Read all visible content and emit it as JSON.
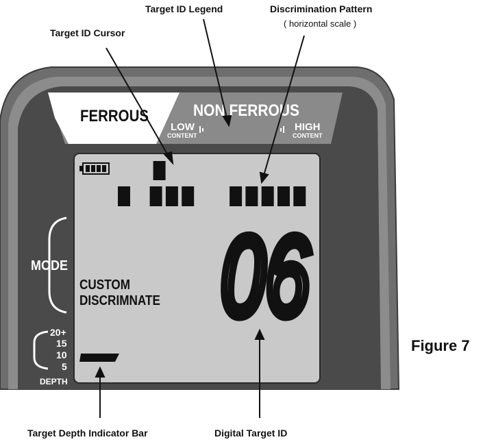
{
  "callouts": {
    "target_id_legend": "Target ID Legend",
    "discrimination_pattern": "Discrimination Pattern",
    "discrimination_pattern_sub": "( horizontal scale )",
    "target_id_cursor": "Target ID Cursor",
    "target_depth_indicator_bar": "Target Depth Indicator Bar",
    "digital_target_id": "Digital Target ID"
  },
  "legend": {
    "ferrous": "FERROUS",
    "non_ferrous": "NON FERROUS",
    "low": "LOW",
    "low_content": "CONTENT",
    "high": "HIGH",
    "high_content": "CONTENT"
  },
  "panel": {
    "mode": "MODE",
    "depth_ticks": [
      "20+",
      "15",
      "10",
      "5"
    ],
    "depth_label": "DEPTH"
  },
  "lcd": {
    "mode_line1": "CUSTOM",
    "mode_line2": "DISCRIMNATE",
    "target_id": "06",
    "battery_level": 4,
    "battery_max": 4,
    "cursor_segment": 2,
    "discrimination_pattern": [
      1,
      0,
      1,
      1,
      1,
      0,
      0,
      1,
      1,
      1,
      1,
      1
    ],
    "depth_level": 1
  },
  "colors": {
    "bezel_outer": "#6e6e6e",
    "bezel_face": "#4a4a4a",
    "legend_band": "#8a8a8a",
    "ferrous_band": "#ffffff",
    "lcd_background": "#c9c9c9",
    "segment": "#111111"
  },
  "figure_caption": "Figure 7"
}
